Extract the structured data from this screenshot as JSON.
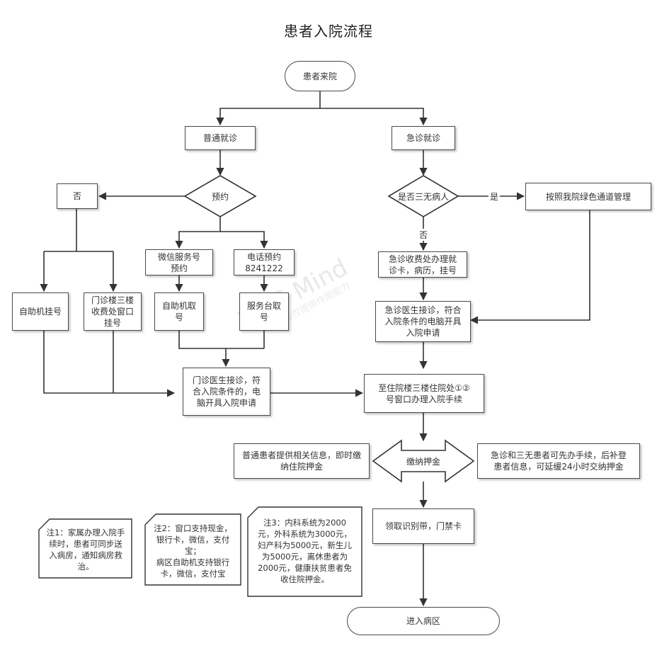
{
  "title": "患者入院流程",
  "nodes": {
    "patient_arrives": "患者来院",
    "regular_visit": "普通就诊",
    "emergency_visit": "急诊就诊",
    "no": "否",
    "appointment": "预约",
    "is_three_none": "是否三无病人",
    "green_channel": "按照我院绿色通道管理",
    "wechat_appointment": "微信服务号\n预约",
    "phone_appointment": "电话预约\n8241222",
    "emergency_registration": "急诊收费处办理就\n诊卡，病历，挂号",
    "self_service_register": "自助机挂号",
    "outpatient_window": "门诊楼三楼\n收费处窗口\n挂号",
    "self_service_pickup": "自助机取\n号",
    "service_desk_pickup": "服务台取\n号",
    "emergency_doctor": "急诊医生接诊，符合\n入院条件的电脑开具\n入院申请",
    "outpatient_doctor": "门诊医生接诊，符\n合入院条件的，电\n脑开具入院申请",
    "admission_office": "至住院楼三楼住院处①②\n号窗口办理入院手续",
    "regular_deposit_info": "普通患者提供相关信息，即时缴\n纳住院押金",
    "pay_deposit": "缴纳押金",
    "emergency_deposit_info": "急诊和三无患者可先办手续，后补登\n患者信息，可延缓24小时交纳押金",
    "get_wristband": "领取识别带，门禁卡",
    "enter_ward": "进入病区"
  },
  "edge_labels": {
    "yes": "是",
    "no": "否"
  },
  "notes": {
    "note1": "注1：家属办理入院手\n续时，患者可同步送\n入病房，通知病房救\n治。",
    "note2": "注2：窗口支持现金，\n银行卡，微信，支付\n宝；\n病区自助机支持银行\n卡，微信，支付宝",
    "note3": "注3：内科系统为2000\n元，外科系统为3000元，\n妇产科为5000元，新生儿\n为5000元，离休患者为\n2000元，健康扶贫患者免\n收住院押金。"
  },
  "watermark": {
    "main": "WPS Mind",
    "sub": "WPS仅提供作图能力"
  }
}
